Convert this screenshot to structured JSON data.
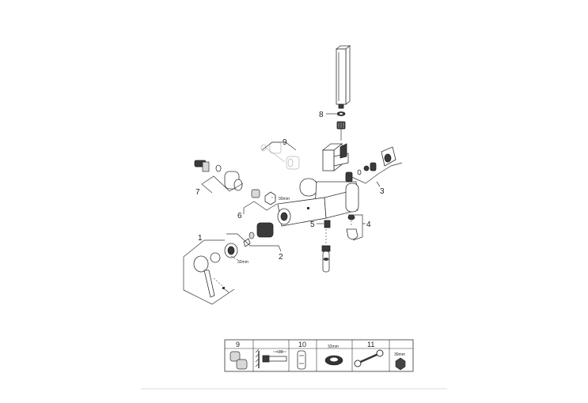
{
  "callouts": {
    "c1": "1",
    "c2": "2",
    "c3": "3",
    "c4": "4",
    "c5": "5",
    "c6": "6",
    "c7": "7",
    "c8": "8",
    "c9": "9"
  },
  "dimensions": {
    "nut_6": "30mm",
    "nut_2": "32mm"
  },
  "accessory_table": {
    "cells": [
      {
        "number": "9",
        "items": []
      },
      {
        "number": "",
        "items": [
          "+30"
        ]
      },
      {
        "number": "10",
        "items": []
      },
      {
        "number": "",
        "items": [
          "32mm"
        ]
      },
      {
        "number": "11",
        "items": []
      },
      {
        "number": "",
        "items": [
          "30mm"
        ]
      }
    ]
  }
}
